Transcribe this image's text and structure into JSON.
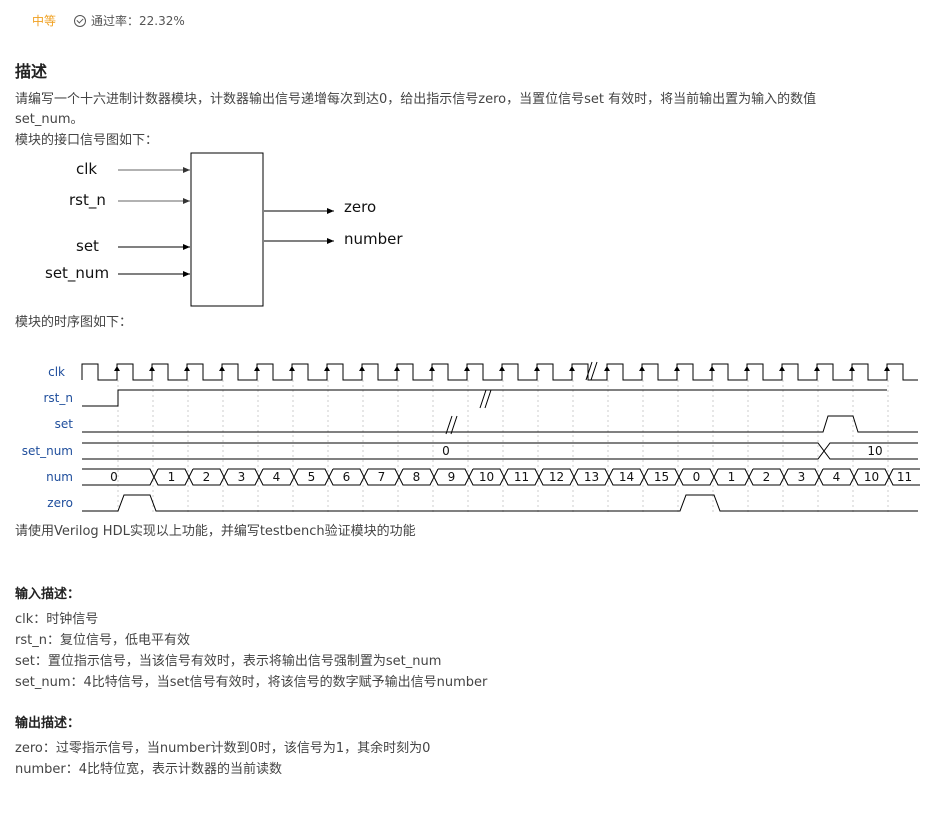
{
  "header": {
    "difficulty": "中等",
    "pass_rate": "通过率：22.32%"
  },
  "section_title": "描述",
  "description": {
    "line1": "请编写一个十六进制计数器模块，计数器输出信号递增每次到达0，给出指示信号zero，当置位信号set 有效时，将当前输出置为输入的数值",
    "line2": "set_num。",
    "interface_intro": "模块的接口信号图如下：",
    "timing_intro": "模块的时序图如下：",
    "impl_note": "请使用Verilog HDL实现以上功能，并编写testbench验证模块的功能"
  },
  "block_diagram": {
    "inputs": [
      "clk",
      "rst_n",
      "set",
      "set_num"
    ],
    "outputs": [
      "zero",
      "number"
    ]
  },
  "timing": {
    "signal_names": [
      "clk",
      "rst_n",
      "set",
      "set_num",
      "num",
      "zero"
    ],
    "set_num_values": [
      "0",
      "10"
    ],
    "num_values": [
      "0",
      "1",
      "2",
      "3",
      "4",
      "5",
      "6",
      "7",
      "8",
      "9",
      "10",
      "11",
      "12",
      "13",
      "14",
      "15",
      "0",
      "1",
      "2",
      "3",
      "4",
      "10",
      "11"
    ]
  },
  "input_section": {
    "title": "输入描述：",
    "lines": [
      "clk：时钟信号",
      "rst_n：复位信号，低电平有效",
      "set：置位指示信号，当该信号有效时，表示将输出信号强制置为set_num",
      "set_num：4比特信号，当set信号有效时，将该信号的数字赋予输出信号number"
    ]
  },
  "output_section": {
    "title": "输出描述：",
    "lines": [
      "zero：过零指示信号，当number计数到0时，该信号为1，其余时刻为0",
      "number：4比特位宽，表示计数器的当前读数"
    ]
  },
  "colors": {
    "signal_label": "#1f4e9c",
    "difficulty": "#f0a020"
  }
}
